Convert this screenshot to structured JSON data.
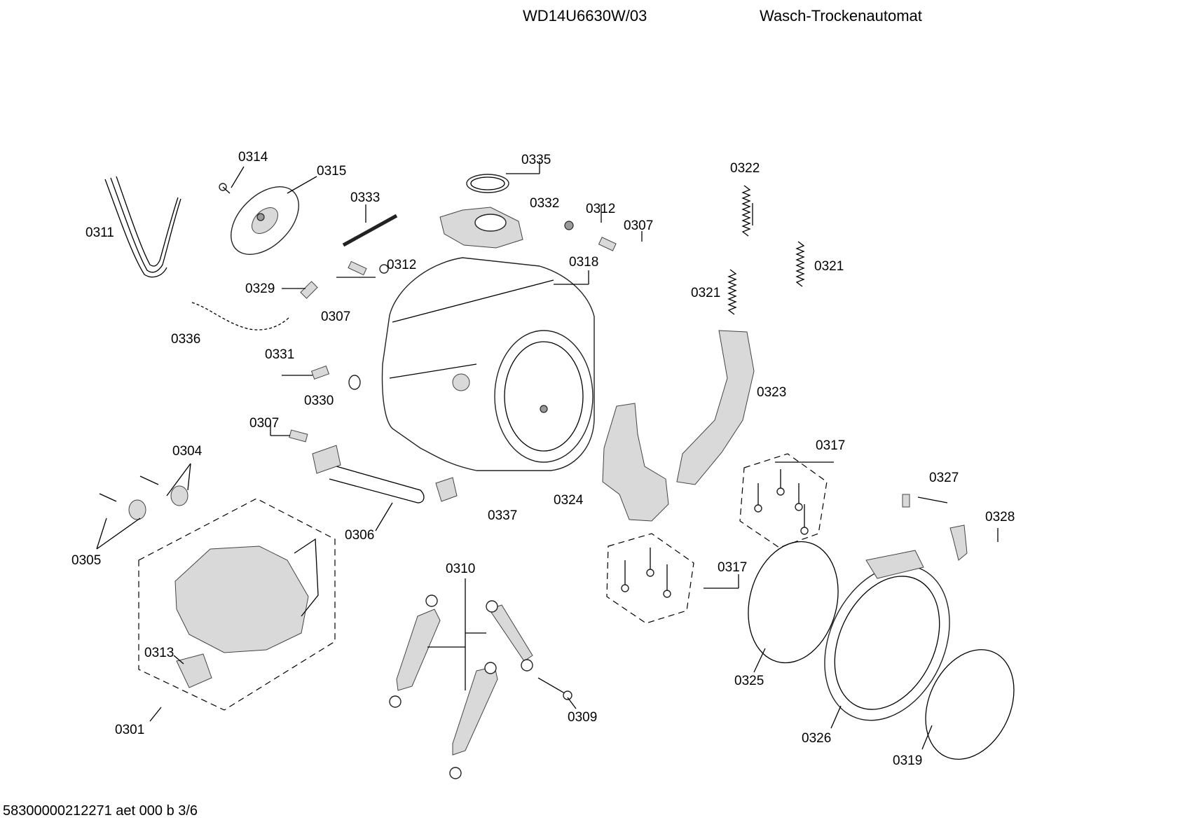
{
  "header": {
    "model": "WD14U6630W/03",
    "description": "Wasch-Trockenautomat"
  },
  "footer": {
    "doc_ref": "58300000212271 aet 000 b 3/6"
  },
  "callouts": [
    "0311",
    "0314",
    "0315",
    "0333",
    "0335",
    "0332",
    "0312",
    "0307",
    "0322",
    "0312",
    "0318",
    "0321",
    "0321",
    "0329",
    "0307",
    "0336",
    "0331",
    "0330",
    "0323",
    "0307",
    "0317",
    "0304",
    "0327",
    "0328",
    "0305",
    "0324",
    "0337",
    "0306",
    "0317",
    "0310",
    "0313",
    "0325",
    "0309",
    "0326",
    "0301",
    "0319"
  ]
}
